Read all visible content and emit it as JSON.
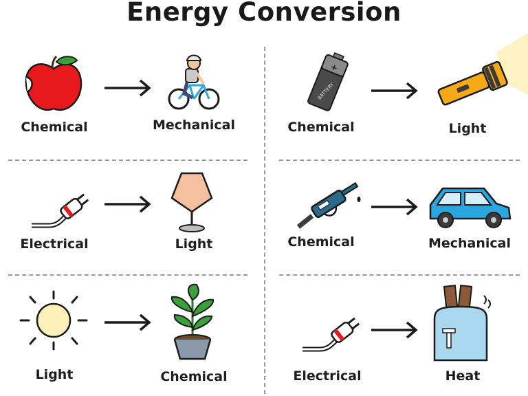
{
  "title": "Energy Conversion",
  "conversions": [
    {
      "from": "Chemical",
      "to": "Mechanical",
      "from_icon": "apple-icon",
      "to_icon": "cyclist-icon"
    },
    {
      "from": "Chemical",
      "to": "Light",
      "from_icon": "battery-icon",
      "to_icon": "flashlight-icon"
    },
    {
      "from": "Electrical",
      "to": "Light",
      "from_icon": "plug-icon",
      "to_icon": "lamp-icon"
    },
    {
      "from": "Chemical",
      "to": "Mechanical",
      "from_icon": "fuel-nozzle-icon",
      "to_icon": "car-icon"
    },
    {
      "from": "Light",
      "to": "Chemical",
      "from_icon": "sun-icon",
      "to_icon": "plant-icon"
    },
    {
      "from": "Electrical",
      "to": "Heat",
      "from_icon": "plug-icon",
      "to_icon": "toaster-icon"
    }
  ],
  "battery_text": "BATTERY",
  "colors": {
    "apple": "#e8191c",
    "lamp": "#f5c0a0",
    "flashlight": "#f5a916",
    "car": "#2aa6e0",
    "sun": "#fbf0b8",
    "plant": "#3aa13a",
    "toaster": "#a9d7ee"
  }
}
